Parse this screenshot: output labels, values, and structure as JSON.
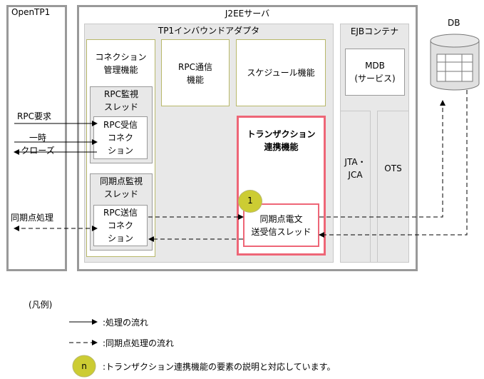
{
  "opentp1": {
    "title": "OpenTP1"
  },
  "j2ee": {
    "title": "J2EEサーバ"
  },
  "adapter": {
    "title": "TP1インバウンドアダプタ"
  },
  "conn_mgmt": {
    "title": "コネクション\n管理機能"
  },
  "rpc_comm": {
    "title": "RPC通信\n機能"
  },
  "schedule": {
    "title": "スケジュール機能"
  },
  "rpc_watch": {
    "title": "RPC監視\nスレッド"
  },
  "rpc_recv": {
    "title": "RPC受信\nコネク\nション"
  },
  "sync_watch": {
    "title": "同期点監視\nスレッド"
  },
  "rpc_send": {
    "title": "RPC送信\nコネク\nション"
  },
  "tx_link": {
    "title": "トランザクション\n連携機能"
  },
  "sync_thread": {
    "title": "同期点電文\n送受信スレッド"
  },
  "marker": {
    "num": "1"
  },
  "ejb": {
    "title": "EJBコンテナ"
  },
  "mdb": {
    "title": "MDB\n(サービス)"
  },
  "jta": {
    "title": "JTA・\nJCA"
  },
  "ots": {
    "title": "OTS"
  },
  "db": {
    "title": "DB"
  },
  "arrows": {
    "rpc_request": "RPC要求",
    "close": "一時\nクローズ",
    "sync": "同期点処理"
  },
  "legend": {
    "title": "(凡例)",
    "solid": ":処理の流れ",
    "dashed": ":同期点処理の流れ",
    "marker_symbol": "n",
    "marker_text": ":トランザクション連携機能の要素の説明と対応しています。"
  },
  "colors": {
    "highlight": "#ee6677",
    "olive": "#b8b86a",
    "grayFill": "#e8e8e8",
    "grayBorder": "#9a9a9a",
    "markerFill": "#cccc33"
  }
}
